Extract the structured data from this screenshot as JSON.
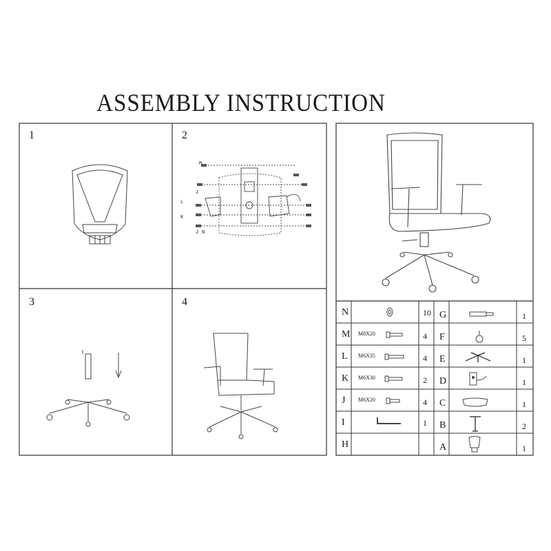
{
  "title": "ASSEMBLY INSTRUCTION",
  "steps": [
    "1",
    "2",
    "3",
    "4"
  ],
  "step2_part_labels": [
    "M",
    "J",
    "L",
    "K",
    "J",
    "N"
  ],
  "parts_left": [
    {
      "letter": "N",
      "code": "",
      "qty": "10",
      "icon": "washer-icon"
    },
    {
      "letter": "M",
      "code": "M8X20",
      "qty": "4",
      "icon": "bolt-icon"
    },
    {
      "letter": "L",
      "code": "M6X35",
      "qty": "4",
      "icon": "bolt-icon"
    },
    {
      "letter": "K",
      "code": "M6X30",
      "qty": "2",
      "icon": "bolt-icon"
    },
    {
      "letter": "J",
      "code": "M6X20",
      "qty": "4",
      "icon": "bolt-icon"
    },
    {
      "letter": "I",
      "code": "",
      "qty": "1",
      "icon": "allen-key-icon"
    },
    {
      "letter": "H",
      "code": "",
      "qty": "",
      "icon": ""
    }
  ],
  "parts_right": [
    {
      "letter": "G",
      "qty": "1",
      "icon": "gas-lift-icon"
    },
    {
      "letter": "F",
      "qty": "5",
      "icon": "caster-icon"
    },
    {
      "letter": "E",
      "qty": "1",
      "icon": "base-icon"
    },
    {
      "letter": "D",
      "qty": "1",
      "icon": "mechanism-icon"
    },
    {
      "letter": "C",
      "qty": "1",
      "icon": "seat-icon"
    },
    {
      "letter": "B",
      "qty": "2",
      "icon": "armrest-icon"
    },
    {
      "letter": "A",
      "qty": "1",
      "icon": "backrest-icon"
    }
  ]
}
